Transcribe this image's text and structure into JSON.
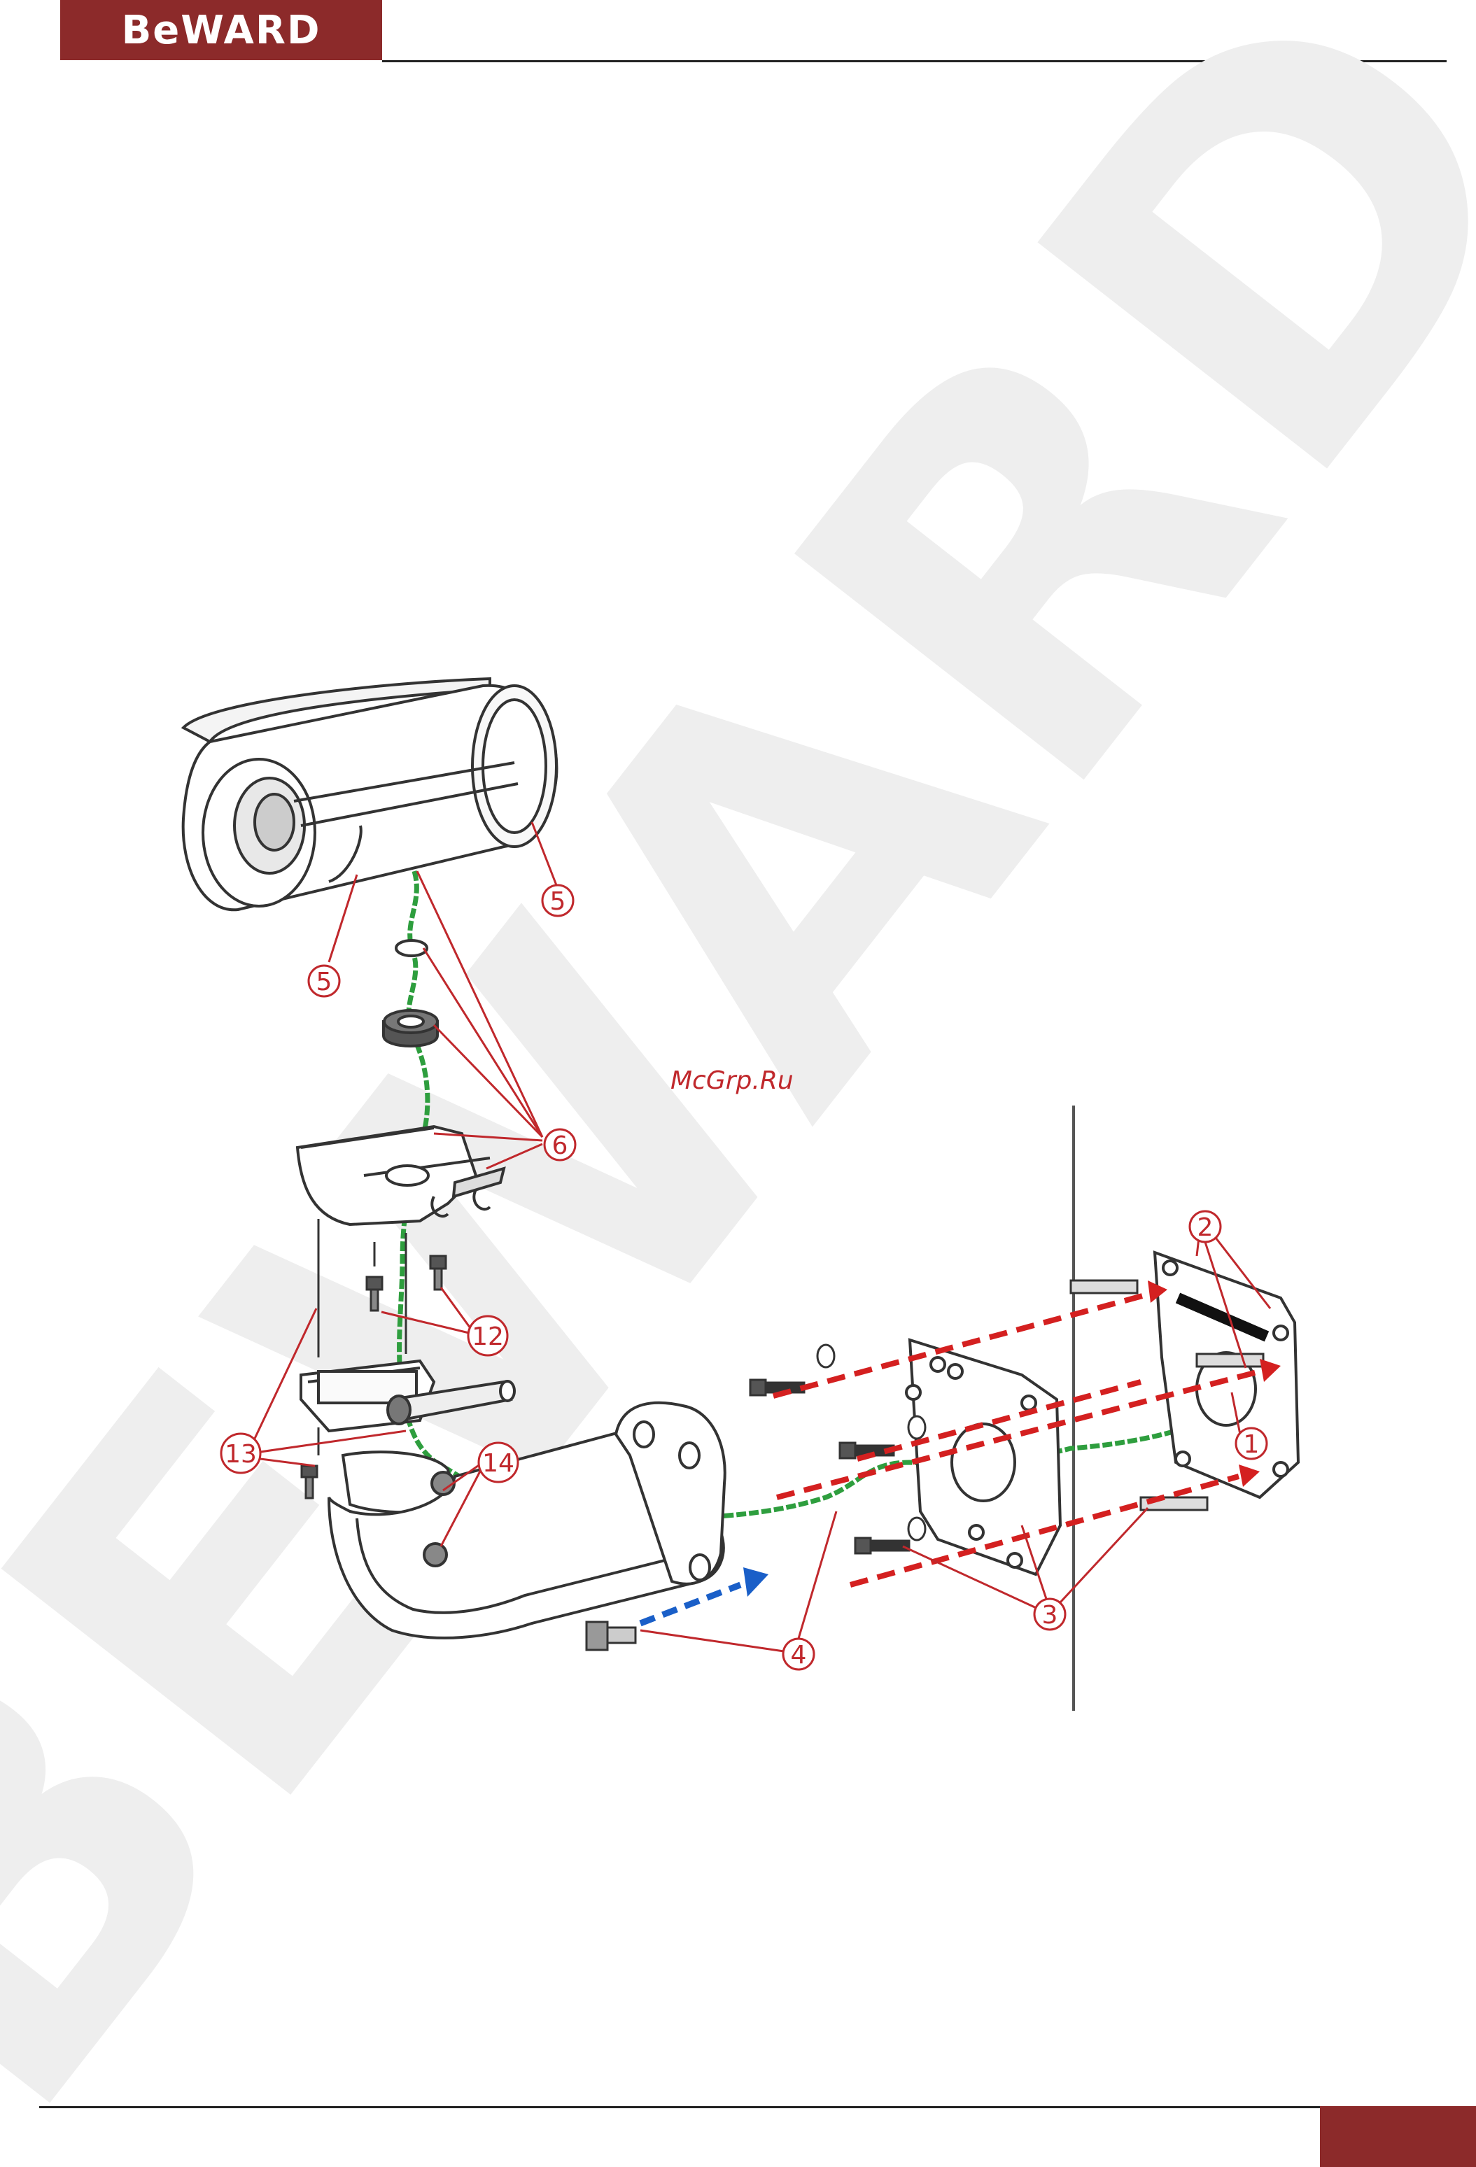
{
  "header": {
    "logo": "BeWARD",
    "accent_color": "#8c2a2a"
  },
  "watermark": {
    "text": "BEWARD",
    "color": "#eeeeee"
  },
  "site_label": "McGrp.Ru",
  "callouts": {
    "c1": "1",
    "c2": "2",
    "c3": "3",
    "c4": "4",
    "c5a": "5",
    "c5b": "5",
    "c6": "6",
    "c12": "12",
    "c13": "13",
    "c14": "14"
  },
  "colors": {
    "callout": "#c0282c",
    "cable": "#2e9e3e",
    "arrow_red": "#d42020",
    "arrow_blue": "#1a5fc8",
    "line": "#444444"
  }
}
